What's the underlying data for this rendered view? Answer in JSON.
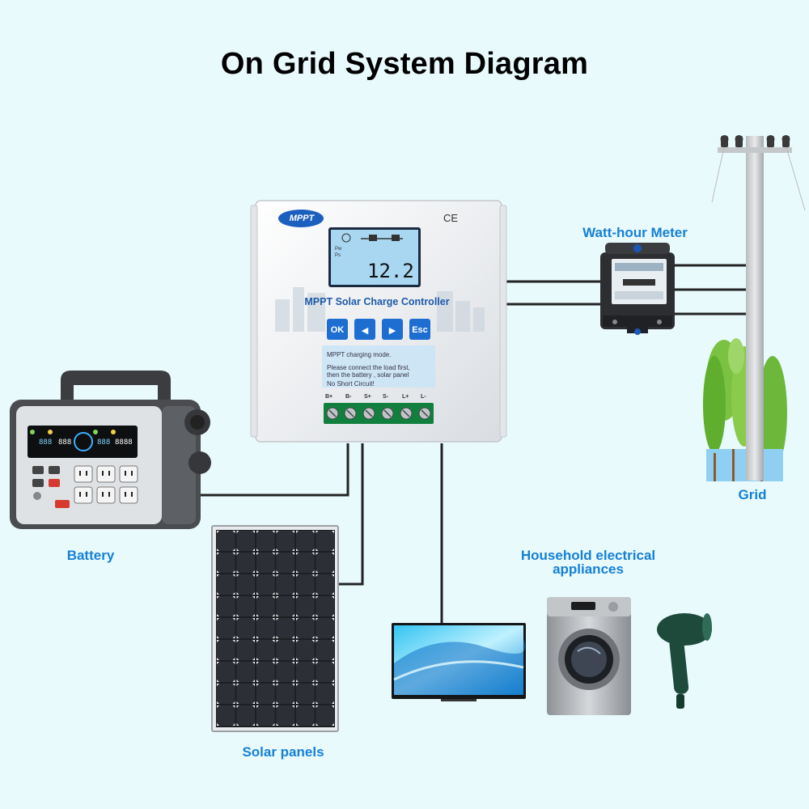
{
  "title": "On Grid System Diagram",
  "labels": {
    "battery": "Battery",
    "solar_panels": "Solar panels",
    "grid": "Grid",
    "meter": "Watt-hour Meter",
    "household": "Household electrical appliances"
  },
  "controller": {
    "logo": "MPPT",
    "ce": "CE",
    "title": "MPPT Solar Charge Controller",
    "lcd_value": "12.2",
    "lcd_pw": "Pw",
    "lcd_ps": "Ps",
    "buttons": [
      "OK",
      "◀",
      "▶",
      "Esc"
    ],
    "message_lines": [
      "MPPT charging mode.",
      "Please connect the load first,",
      "then the battery , solar panel",
      "No Short Circuit!"
    ],
    "terminals": [
      "B+",
      "B-",
      "S+",
      "S-",
      "L+",
      "L-"
    ]
  },
  "colors": {
    "background": "#e9fafd",
    "label_blue": "#1580d6",
    "wire": "#222222"
  }
}
